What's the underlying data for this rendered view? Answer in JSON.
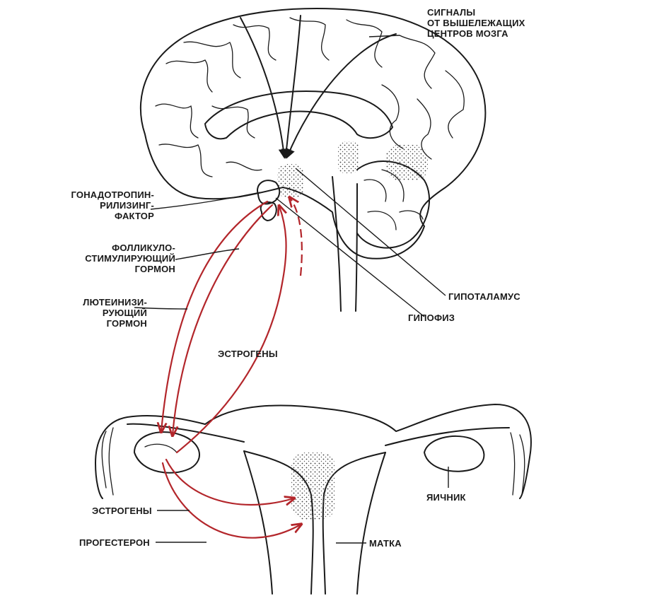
{
  "labels": {
    "signals": [
      "СИГНАЛЫ",
      "ОТ ВЫШЕЛЕЖАЩИХ",
      "ЦЕНТРОВ МОЗГА"
    ],
    "gnrh": [
      "ГОНАДОТРОПИН-",
      "РИЛИЗИНГ-",
      "ФАКТОР"
    ],
    "fsh": [
      "ФОЛЛИКУЛО-",
      "СТИМУЛИРУЮЩИЙ",
      "ГОРМОН"
    ],
    "lh": [
      "ЛЮТЕИНИЗИ-",
      "РУЮЩИЙ",
      "ГОРМОН"
    ],
    "hypothalamus": "ГИПОТАЛАМУС",
    "pituitary": "ГИПОФИЗ",
    "estrogens_center": "ЭСТРОГЕНЫ",
    "ovary": "ЯИЧНИК",
    "estrogens_left": "ЭСТРОГЕНЫ",
    "progesterone": "ПРОГЕСТЕРОН",
    "uterus": "МАТКА"
  },
  "colors": {
    "ink": "#1a1a1a",
    "hormone_arrow": "#b3262b",
    "background": "#ffffff"
  }
}
